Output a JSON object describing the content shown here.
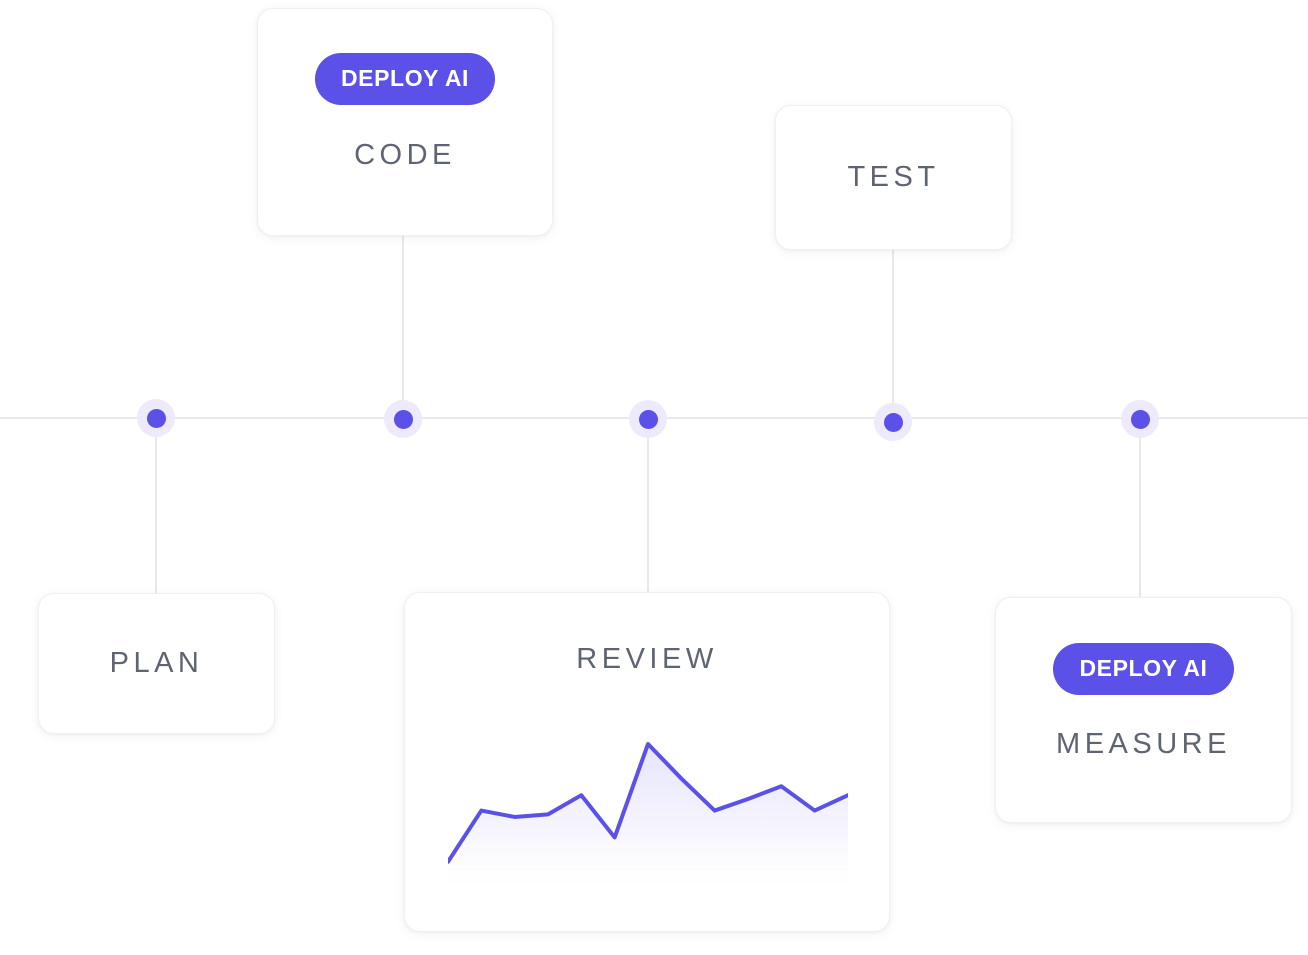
{
  "theme": {
    "accent": "#5b50e8",
    "halo": "#eceafb",
    "line": "#e9e9ec",
    "label_text": "#5f6473",
    "card_bg": "#ffffff",
    "page_bg": "#ffffff"
  },
  "timeline": {
    "name": "workflow-timeline",
    "axis_y": 418,
    "nodes": [
      {
        "id": "node-plan",
        "x": 156,
        "linked_card": "PLAN",
        "direction": "below"
      },
      {
        "id": "node-code",
        "x": 403,
        "linked_card": "CODE",
        "direction": "above"
      },
      {
        "id": "node-review",
        "x": 648,
        "linked_card": "REVIEW",
        "direction": "below"
      },
      {
        "id": "node-test",
        "x": 893,
        "linked_card": "TEST",
        "direction": "above"
      },
      {
        "id": "node-measure",
        "x": 1140,
        "linked_card": "MEASURE",
        "direction": "below"
      }
    ]
  },
  "cards": {
    "code": {
      "label": "CODE",
      "badge": "DEPLOY AI",
      "has_badge": true,
      "position": "above"
    },
    "test": {
      "label": "TEST",
      "has_badge": false,
      "position": "above"
    },
    "plan": {
      "label": "PLAN",
      "has_badge": false,
      "position": "below"
    },
    "review": {
      "label": "REVIEW",
      "has_badge": false,
      "position": "below",
      "has_chart": true
    },
    "measure": {
      "label": "MEASURE",
      "badge": "DEPLOY AI",
      "has_badge": true,
      "position": "below"
    }
  },
  "chart_data": {
    "type": "area",
    "title": "",
    "xlabel": "",
    "ylabel": "",
    "grid": false,
    "legend": null,
    "x": [
      0,
      1,
      2,
      3,
      4,
      5,
      6,
      7,
      8,
      9,
      10,
      11,
      12
    ],
    "values": [
      8,
      48,
      43,
      45,
      60,
      27,
      100,
      73,
      48,
      57,
      67,
      48,
      60
    ],
    "ylim": [
      0,
      100
    ],
    "line_color": "#5b50e8",
    "fill_gradient_top": "#e4e2fa",
    "fill_gradient_bottom": "#ffffff",
    "line_width": 4
  }
}
